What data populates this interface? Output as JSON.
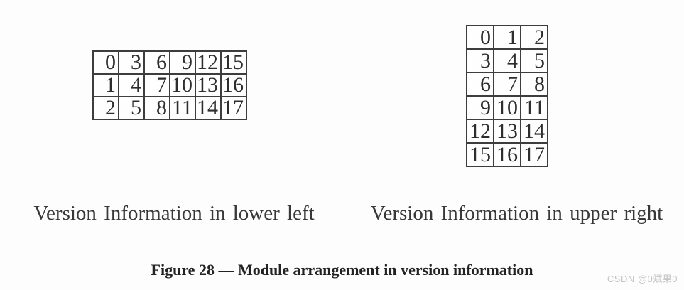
{
  "figure": {
    "caption": "Figure 28 — Module arrangement in version information"
  },
  "tables": {
    "lower_left": {
      "caption": "Version Information in lower left",
      "rows": [
        [
          "0",
          "3",
          "6",
          "9",
          "12",
          "15"
        ],
        [
          "1",
          "4",
          "7",
          "10",
          "13",
          "16"
        ],
        [
          "2",
          "5",
          "8",
          "11",
          "14",
          "17"
        ]
      ]
    },
    "upper_right": {
      "caption": "Version Information in upper right",
      "rows": [
        [
          "0",
          "1",
          "2"
        ],
        [
          "3",
          "4",
          "5"
        ],
        [
          "6",
          "7",
          "8"
        ],
        [
          "9",
          "10",
          "11"
        ],
        [
          "12",
          "13",
          "14"
        ],
        [
          "15",
          "16",
          "17"
        ]
      ]
    }
  },
  "watermark": {
    "text": "CSDN @0斌果0"
  },
  "colors": {
    "background": "#fdfdfd",
    "table_border": "#3d3d3d",
    "text": "#2d2d2d",
    "watermark": "#c4c4c4"
  }
}
